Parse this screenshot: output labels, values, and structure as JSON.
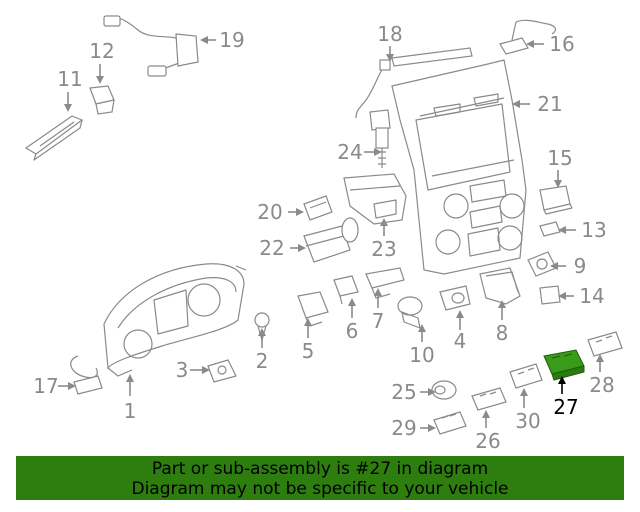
{
  "callouts": [
    "1",
    "2",
    "3",
    "4",
    "5",
    "6",
    "7",
    "8",
    "9",
    "10",
    "11",
    "12",
    "13",
    "14",
    "15",
    "16",
    "17",
    "18",
    "19",
    "20",
    "21",
    "22",
    "23",
    "24",
    "25",
    "26",
    "27",
    "28",
    "29",
    "30"
  ],
  "highlighted_callout": "27",
  "banner": {
    "line1": "Part or sub-assembly is #27 in diagram",
    "line2": "Diagram may not be specific to your vehicle",
    "background": "#2e7d0f"
  },
  "colors": {
    "line_art": "#8a8a8a",
    "highlight_part": "#3a9a1a"
  }
}
